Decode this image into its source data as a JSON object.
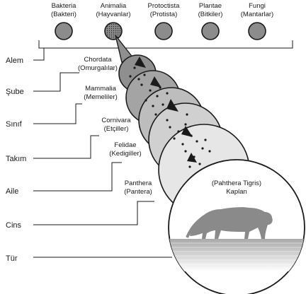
{
  "kingdoms": [
    {
      "name": "Bakteria",
      "sub": "(Bakteri)"
    },
    {
      "name": "Animalia",
      "sub": "(Hayvanlar)"
    },
    {
      "name": "Protoctista",
      "sub": "(Protista)"
    },
    {
      "name": "Plantae",
      "sub": "(Bitkiler)"
    },
    {
      "name": "Fungi",
      "sub": "(Mantarlar)"
    }
  ],
  "ranks": [
    "Alem",
    "Şube",
    "Sınıf",
    "Takım",
    "Aile",
    "Cins",
    "Tür"
  ],
  "taxa": [
    {
      "name": "Chordata",
      "sub": "(Omurgalılar)"
    },
    {
      "name": "Mammalia",
      "sub": "(Memeliler)"
    },
    {
      "name": "Cornivara",
      "sub": "(Etçiller)"
    },
    {
      "name": "Felidae",
      "sub": "(Kedigiller)"
    },
    {
      "name": "Panthera",
      "sub": "(Pantera)"
    }
  ],
  "species": {
    "scientific": "(Pahthera Tigris)",
    "common": "Kaplan"
  },
  "colors": {
    "ink": "#1a1a1a",
    "kingdom_fill": "#8c8c8c",
    "animalia_fill": "#6e6e6e",
    "disc_dark": "#8f8f8f",
    "disc_light": "#e6e6e6",
    "silhouette": "#8a8a8a"
  }
}
